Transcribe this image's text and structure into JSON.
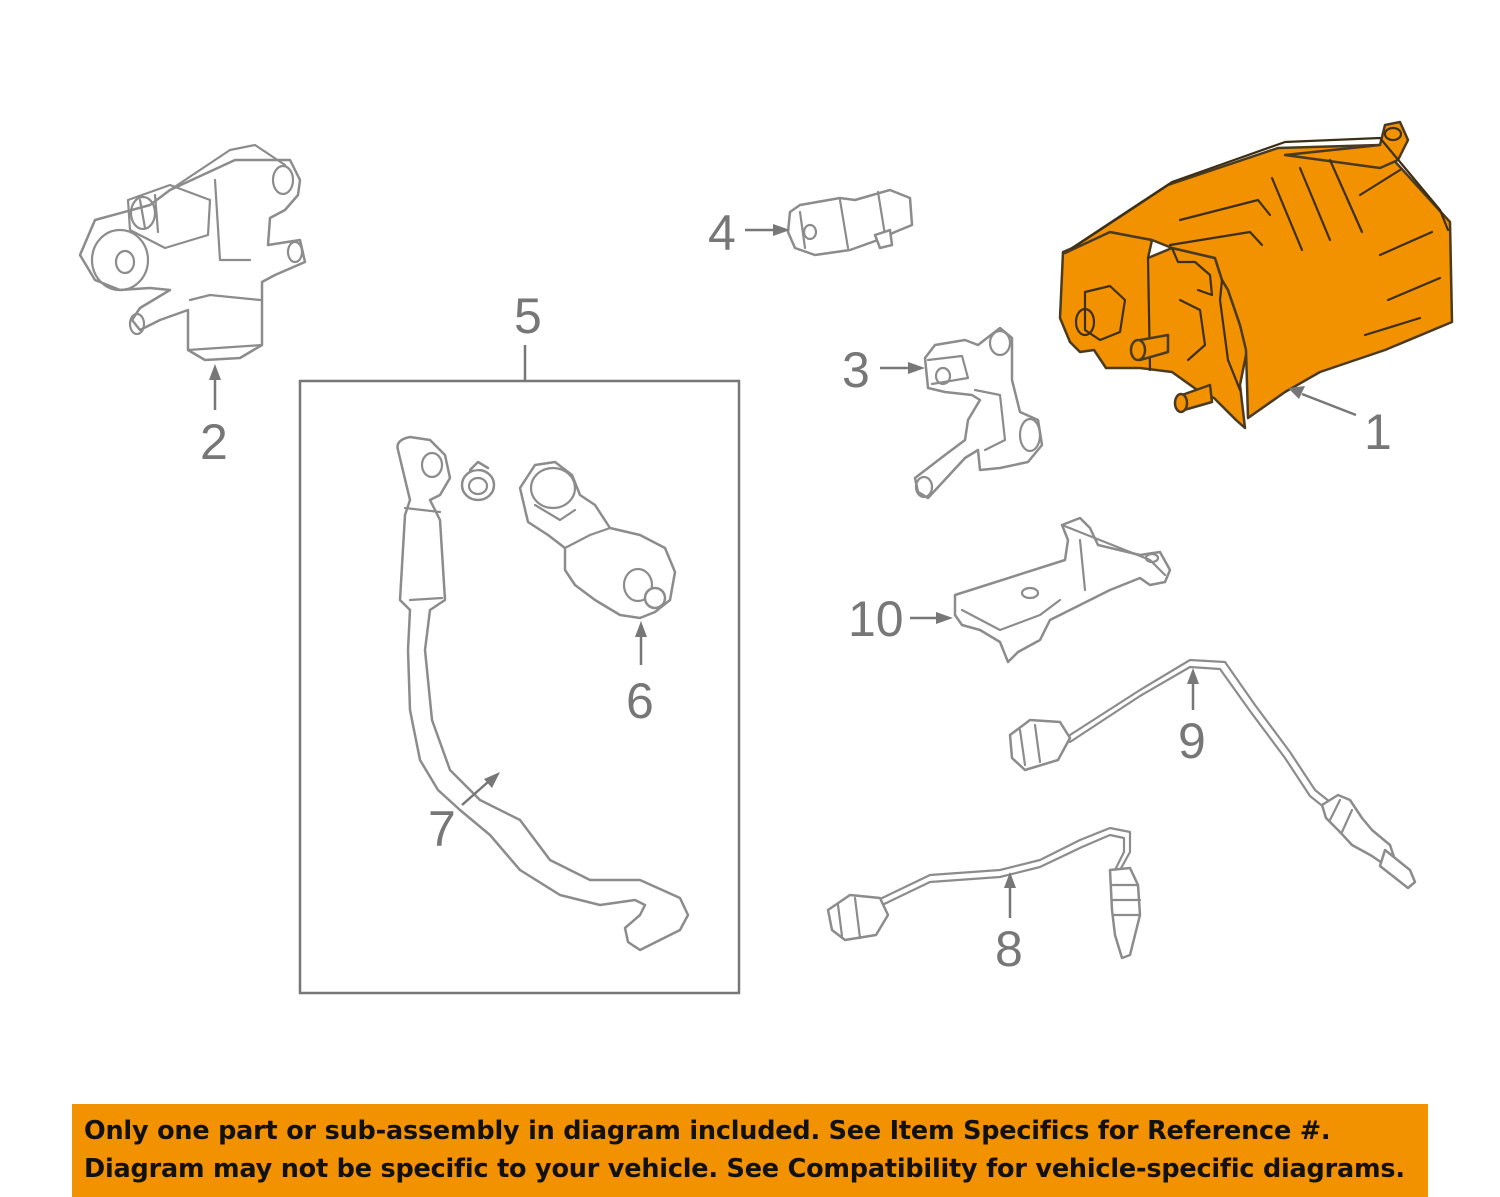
{
  "diagram": {
    "callouts": [
      "1",
      "2",
      "3",
      "4",
      "5",
      "6",
      "7",
      "8",
      "9",
      "10"
    ],
    "highlighted_part": "1"
  },
  "banner": {
    "line1": "Only one part or sub-assembly in diagram included. See Item Specifics for Reference #.",
    "line2": "Diagram may not be specific to your vehicle. See Compatibility for vehicle-specific diagrams."
  },
  "colors": {
    "highlight": "#f39200",
    "banner_background": "#f39200",
    "line_art": "#8c8c8c",
    "callout_text": "#777777"
  }
}
